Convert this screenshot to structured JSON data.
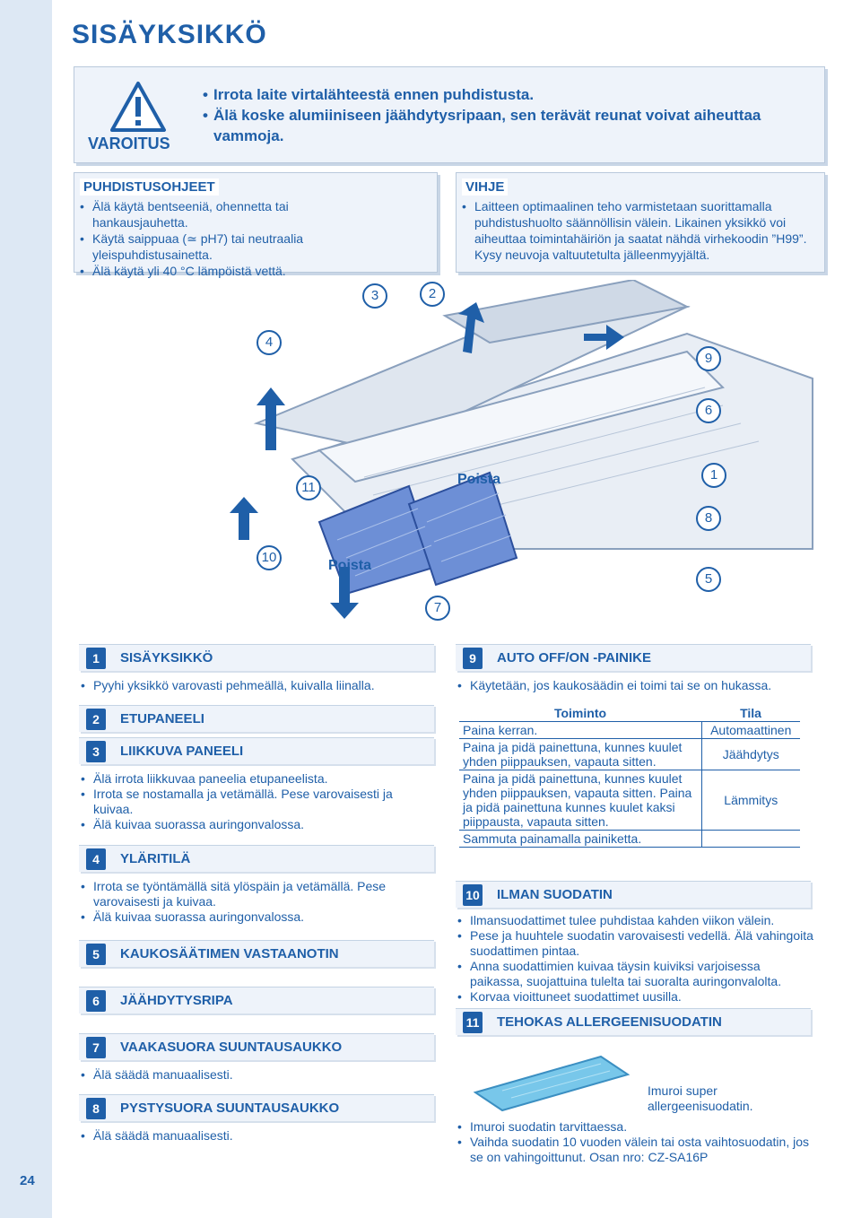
{
  "page_title": "SISÄYKSIKKÖ",
  "page_number": "24",
  "warning": {
    "label": "VAROITUS",
    "lines": [
      "Irrota laite virtalähteestä ennen puhdistusta.",
      "Älä koske alumiiniseen jäähdytysripaan, sen terävät reunat voivat aiheuttaa vammoja."
    ]
  },
  "cleaning": {
    "title": "PUHDISTUSOHJEET",
    "items": [
      "Älä käytä bentseeniä, ohennetta tai hankausjauhetta.",
      "Käytä saippuaa (≃ pH7) tai neutraalia yleispuhdistusainetta.",
      "Älä käytä yli 40 °C lämpöistä vettä."
    ]
  },
  "tip": {
    "title": "VIHJE",
    "items": [
      "Laitteen optimaalinen teho varmistetaan suorittamalla puhdistushuolto säännöllisin välein. Likainen yksikkö voi aiheuttaa toimintahäiriön ja saatat nähdä virhekoodin ”H99”. Kysy neuvoja valtuutetulta jälleenmyyjältä."
    ]
  },
  "diagram": {
    "callouts": [
      "1",
      "2",
      "3",
      "4",
      "5",
      "6",
      "7",
      "8",
      "9",
      "10",
      "11"
    ],
    "remove_label": "Poista"
  },
  "sections_left": [
    {
      "num": "1",
      "title": "SISÄYKSIKKÖ",
      "items": [
        "Pyyhi yksikkö varovasti pehmeällä, kuivalla liinalla."
      ]
    },
    {
      "num": "2",
      "title": "ETUPANEELI",
      "items": []
    },
    {
      "num": "3",
      "title": "LIIKKUVA PANEELI",
      "items": [
        "Älä irrota liikkuvaa paneelia etupaneelista.",
        "Irrota se nostamalla ja vetämällä. Pese varovaisesti ja kuivaa.",
        "Älä kuivaa suorassa auringonvalossa."
      ]
    },
    {
      "num": "4",
      "title": "YLÄRITILÄ",
      "items": [
        "Irrota se työntämällä sitä ylöspäin ja vetämällä. Pese varovaisesti ja kuivaa.",
        "Älä kuivaa suorassa auringonvalossa."
      ]
    },
    {
      "num": "5",
      "title": "KAUKOSÄÄTIMEN VASTAANOTIN",
      "items": []
    },
    {
      "num": "6",
      "title": "JÄÄHDYTYSRIPA",
      "items": []
    },
    {
      "num": "7",
      "title": "VAAKASUORA SUUNTAUSAUKKO",
      "items": [
        "Älä säädä manuaalisesti."
      ]
    },
    {
      "num": "8",
      "title": "PYSTYSUORA SUUNTAUSAUKKO",
      "items": [
        "Älä säädä manuaalisesti."
      ]
    }
  ],
  "auto_button": {
    "num": "9",
    "title": "AUTO OFF/ON -PAINIKE",
    "items": [
      "Käytetään, jos kaukosäädin ei toimi tai se on hukassa."
    ],
    "table": {
      "headers": [
        "Toiminto",
        "Tila"
      ],
      "rows": [
        {
          "action": "Paina kerran.",
          "mode": "Automaattinen"
        },
        {
          "action": "Paina ja pidä painettuna, kunnes kuulet yhden piippauksen, vapauta sitten.",
          "mode": "Jäähdytys"
        },
        {
          "action": "Paina ja pidä painettuna, kunnes kuulet yhden piippauksen, vapauta sitten. Paina ja pidä painettuna kunnes kuulet kaksi piippausta, vapauta sitten.",
          "mode": "Lämmitys"
        },
        {
          "action": "Sammuta painamalla painiketta.",
          "mode": ""
        }
      ]
    }
  },
  "air_filter": {
    "num": "10",
    "title": "ILMAN SUODATIN",
    "items": [
      "Ilmansuodattimet tulee puhdistaa kahden viikon välein.",
      "Pese ja huuhtele suodatin varovaisesti vedellä. Älä vahingoita suodattimen pintaa.",
      "Anna suodattimien kuivaa täysin kuiviksi varjoisessa paikassa, suojattuina tulelta tai suoralta auringonvalolta.",
      "Korvaa vioittuneet suodattimet uusilla."
    ]
  },
  "allergen_filter": {
    "num": "11",
    "title": "TEHOKAS ALLERGEENISUODATIN",
    "caption": "Imuroi super allergeenisuodatin.",
    "items": [
      "Imuroi suodatin tarvittaessa.",
      "Vaihda suodatin 10 vuoden välein tai osta vaihtosuodatin, jos se on vahingoittunut. Osan nro: CZ-SA16P"
    ]
  }
}
